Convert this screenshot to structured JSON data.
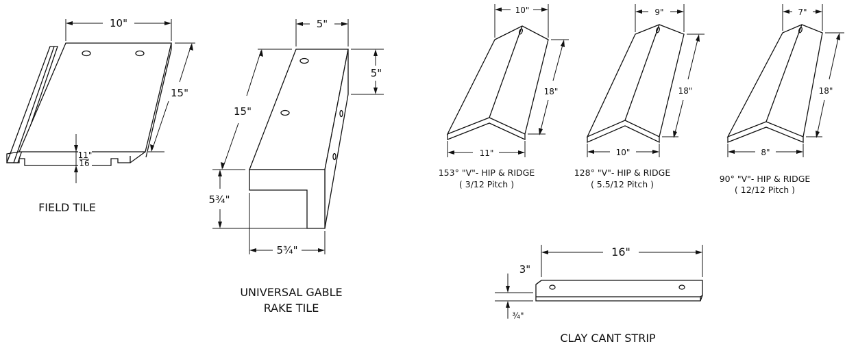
{
  "field_tile": {
    "caption": "FIELD TILE",
    "dim_width": "10\"",
    "dim_length": "15\"",
    "dim_thickness_num": "11\"",
    "dim_thickness_den": "16"
  },
  "gable_rake_tile": {
    "caption_line1": "UNIVERSAL GABLE",
    "caption_line2": "RAKE TILE",
    "dim_top_width": "5\"",
    "dim_top_height": "5\"",
    "dim_length": "15\"",
    "dim_leg_height": "5¾\"",
    "dim_leg_width": "5¾\""
  },
  "hip_ridge": [
    {
      "dim_top": "10\"",
      "dim_length": "18\"",
      "dim_bottom": "11\"",
      "caption_line1": "153° \"V\"- HIP & RIDGE",
      "caption_line2": "( 3/12 Pitch )"
    },
    {
      "dim_top": "9\"",
      "dim_length": "18\"",
      "dim_bottom": "10\"",
      "caption_line1": "128° \"V\"- HIP & RIDGE",
      "caption_line2": "( 5.5/12 Pitch )"
    },
    {
      "dim_top": "7\"",
      "dim_length": "18\"",
      "dim_bottom": "8\"",
      "caption_line1": "90° \"V\"- HIP & RIDGE",
      "caption_line2": "( 12/12 Pitch )"
    }
  ],
  "cant_strip": {
    "caption": "CLAY CANT STRIP",
    "dim_length": "16\"",
    "dim_height": "3\"",
    "dim_thickness": "¾\""
  }
}
